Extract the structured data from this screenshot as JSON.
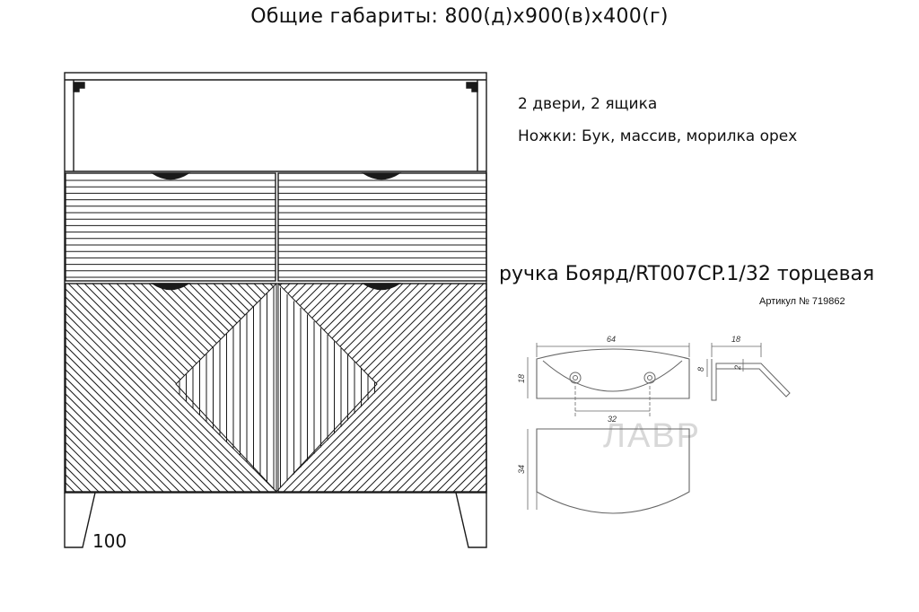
{
  "header": {
    "title": "Общие габариты: 800(д)х900(в)х400(г)"
  },
  "specs": {
    "doors_drawers": "2 двери, 2 ящика",
    "legs": "Ножки: Бук, массив, морилка орех"
  },
  "handle": {
    "title": "ручка Боярд/RT007CP.1/32 торцевая",
    "article": "Артикул № 719862",
    "dims": {
      "width": "64",
      "height": "18",
      "hole_spacing": "32",
      "depth": "34",
      "profile_width": "18",
      "profile_height": "8",
      "profile_thickness": "2"
    },
    "watermark": "ЛАВР"
  },
  "cabinet": {
    "leg_height_label": "100"
  },
  "colors": {
    "line": "#1a1a1a",
    "handle_line": "#555555",
    "background": "#ffffff"
  }
}
